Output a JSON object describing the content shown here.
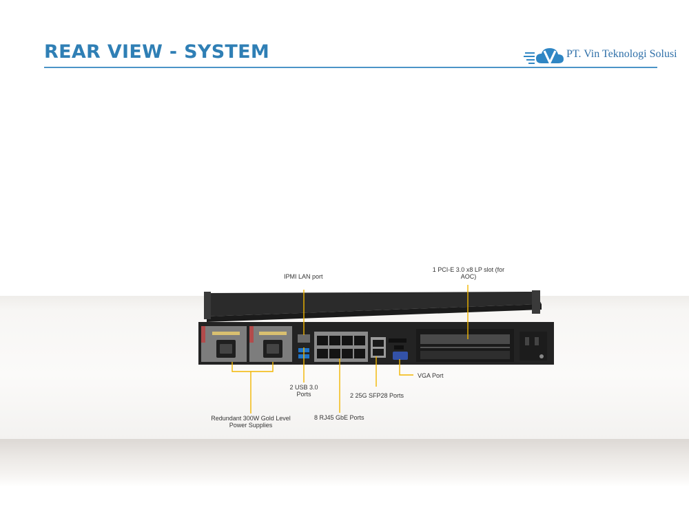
{
  "header": {
    "title": "REAR VIEW - SYSTEM"
  },
  "logo": {
    "text": "PT. Vin Teknologi Solusi",
    "icon": "cloud-v-logo-icon"
  },
  "callouts": {
    "ipmi": "IPMI LAN port",
    "pcie_line1": "1 PCI-E 3.0 x8 LP slot (for",
    "pcie_line2": "AOC)",
    "usb_line1": "2 USB 3.0",
    "usb_line2": "Ports",
    "sfp": "2 25G SFP28 Ports",
    "vga": "VGA Port",
    "rj45": "8 RJ45 GbE Ports",
    "psu_line1": "Redundant 300W Gold Level",
    "psu_line2": "Power Supplies"
  },
  "colors": {
    "accent": "#2f7fb5",
    "leader": "#f2b600",
    "chassis": "#232323"
  }
}
